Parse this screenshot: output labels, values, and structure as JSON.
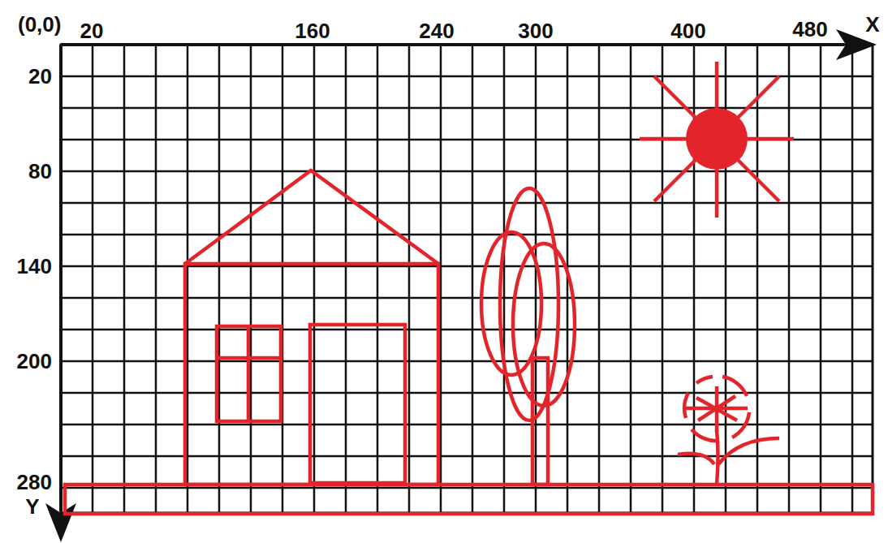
{
  "diagram": {
    "labels": [
      "(0,0)",
      "20",
      "160",
      "240",
      "300",
      "400",
      "480",
      "X",
      "20",
      "80",
      "140",
      "200",
      "280",
      "Y"
    ]
  }
}
